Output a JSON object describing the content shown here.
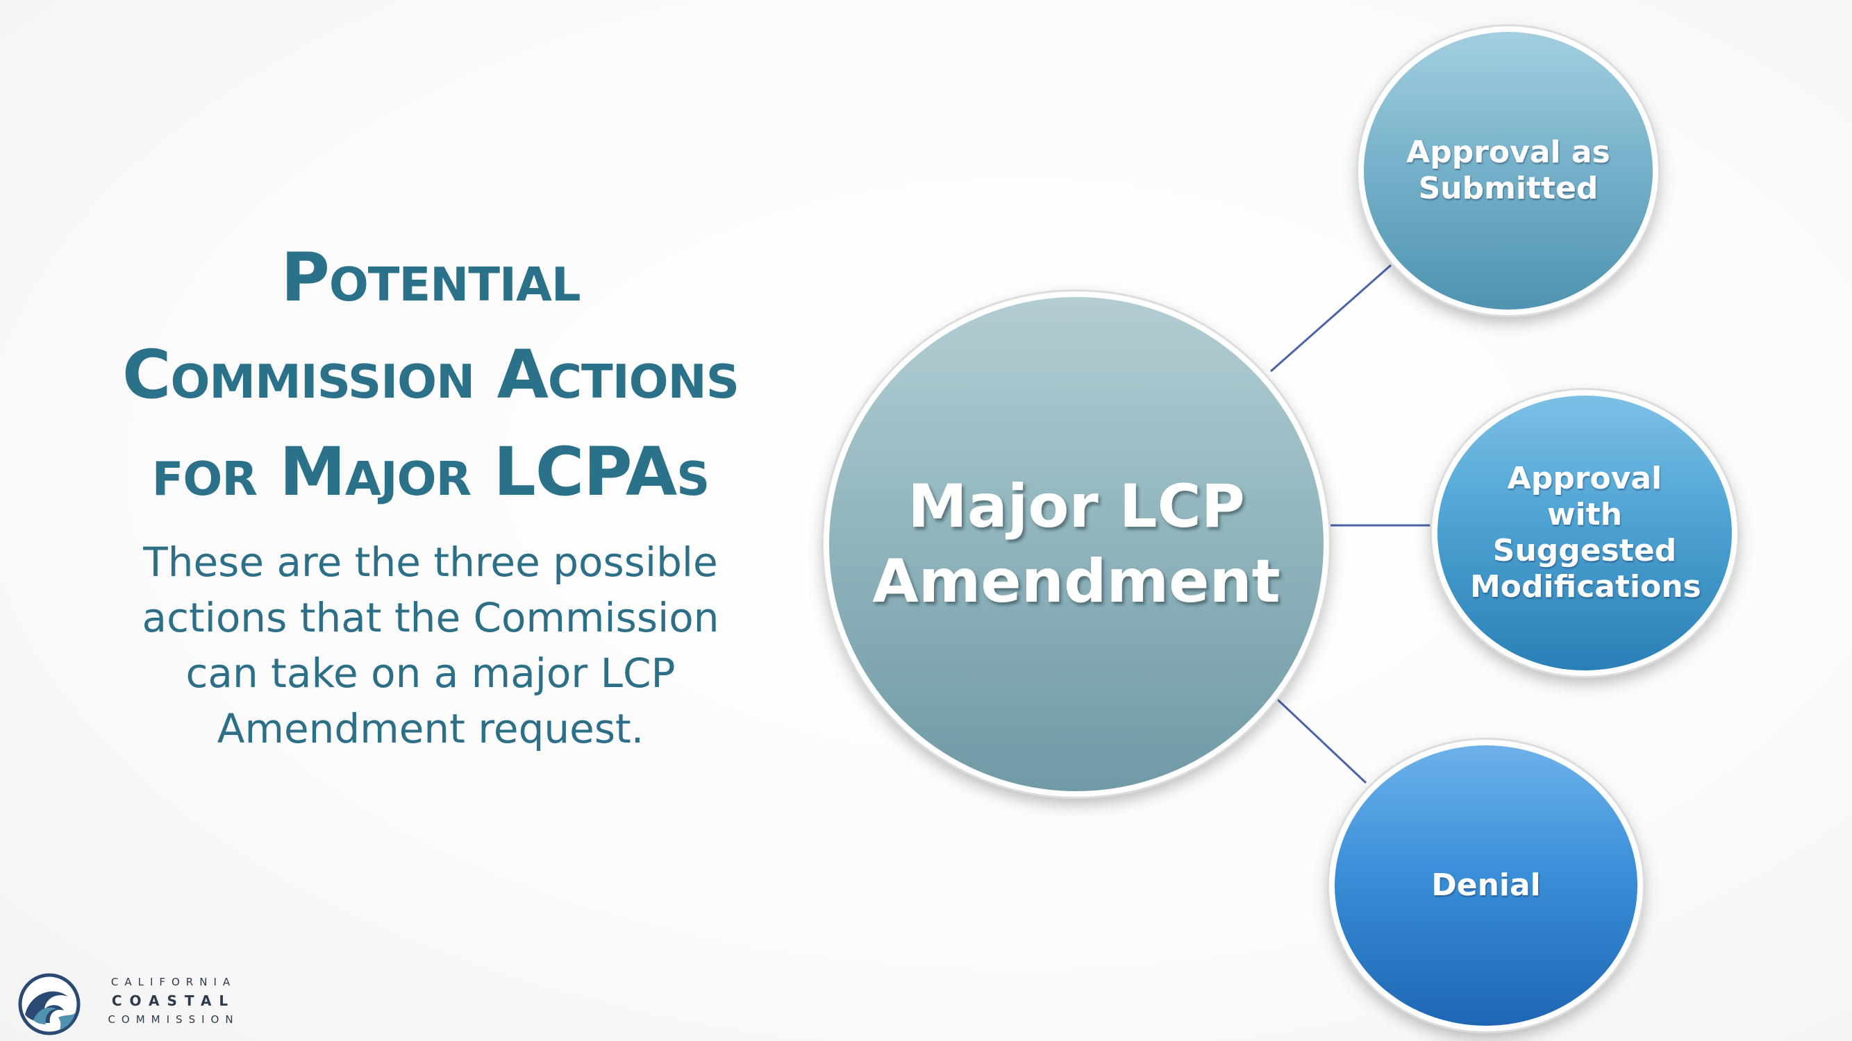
{
  "slide": {
    "title_lines": [
      "Potential",
      "Commission Actions",
      "for Major LCPAs"
    ],
    "subtitle": "These are the three possible actions that the Commission can take on a major LCP Amendment request."
  },
  "diagram": {
    "center_label": "Major LCP Amendment",
    "outcomes": [
      {
        "label": "Approval as Submitted"
      },
      {
        "label": "Approval with Suggested Modifications"
      },
      {
        "label": "Denial"
      }
    ],
    "colors": {
      "title": "#2a7189",
      "center_fill": "#93b6be",
      "outcome_1_fill": "#78b3cb",
      "outcome_2_fill": "#4ea3d3",
      "outcome_3_fill": "#3a8fd8",
      "connector": "#4a63a6"
    }
  },
  "logo": {
    "line1": "CALIFORNIA",
    "line2": "COASTAL",
    "line3": "COMMISSION"
  }
}
